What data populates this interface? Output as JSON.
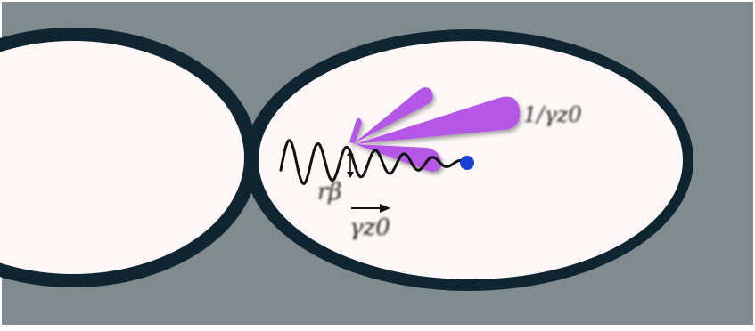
{
  "diagram": {
    "colors": {
      "background": "#818b8f",
      "bubble_fill": "#fdf8f7",
      "bubble_border": "#0f2532",
      "cone": "#b456e6",
      "electron": "#1741d6",
      "trajectory": "#111111"
    },
    "labels": {
      "cone_angle": "1/γz0",
      "amplitude": "rβ",
      "velocity": "γz0"
    },
    "icons": {
      "electron": "dot-icon",
      "velocity_arrow": "arrow-right-icon",
      "amplitude_arrow": "double-arrow-vertical-icon"
    }
  }
}
